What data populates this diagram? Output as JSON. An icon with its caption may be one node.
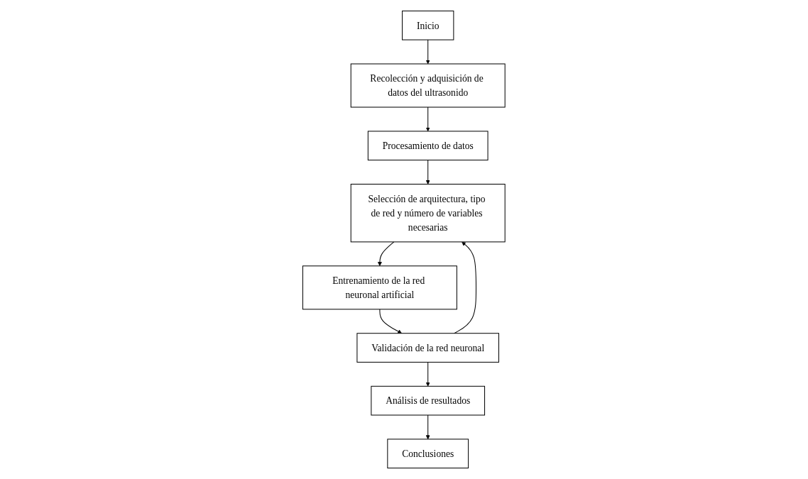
{
  "diagram": {
    "nodes": [
      {
        "text": [
          "Inicio"
        ]
      },
      {
        "text": [
          "Recolección y adquisición de datos del ultrasonido"
        ]
      },
      {
        "text": [
          "Procesamiento de datos"
        ]
      },
      {
        "text": [
          "Selección de arquitectura, tipo de red y número de variables necesarias"
        ]
      },
      {
        "text": [
          "Entrenamiento de la red neuronal artificial"
        ]
      },
      {
        "text": [
          "Validación de la red neuronal"
        ]
      },
      {
        "text": [
          "Análisis de resultados"
        ]
      },
      {
        "text": [
          "Conclusiones"
        ]
      }
    ],
    "edges": [
      {
        "from": 0,
        "to": 1,
        "arrow": "to"
      },
      {
        "from": 1,
        "to": 2,
        "arrow": "to"
      },
      {
        "from": 2,
        "to": 3,
        "arrow": "to"
      },
      {
        "from": 3,
        "to": 4,
        "arrow": "to"
      },
      {
        "from": 4,
        "to": 5,
        "arrow": "to"
      },
      {
        "from": 5,
        "to": 3,
        "arrow": "to"
      },
      {
        "from": 5,
        "to": 6,
        "arrow": "to"
      },
      {
        "from": 6,
        "to": 7,
        "arrow": "to"
      }
    ]
  }
}
